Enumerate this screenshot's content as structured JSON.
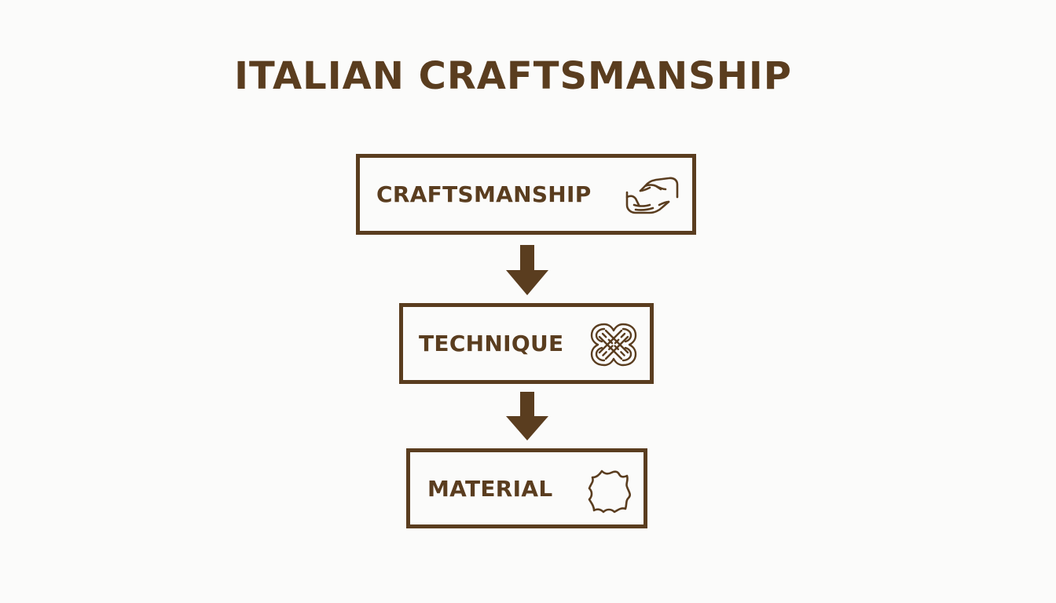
{
  "title": "ITALIAN CRAFTSMANSHIP",
  "colors": {
    "brown": "#5a3d1f",
    "background": "#fbfbfa"
  },
  "steps": [
    {
      "label": "CRAFTSMANSHIP",
      "icon": "hands-icon"
    },
    {
      "label": "TECHNIQUE",
      "icon": "knot-icon"
    },
    {
      "label": "MATERIAL",
      "icon": "leather-hide-icon"
    }
  ],
  "connectors": [
    {
      "icon": "down-arrow-icon"
    },
    {
      "icon": "down-arrow-icon"
    }
  ]
}
